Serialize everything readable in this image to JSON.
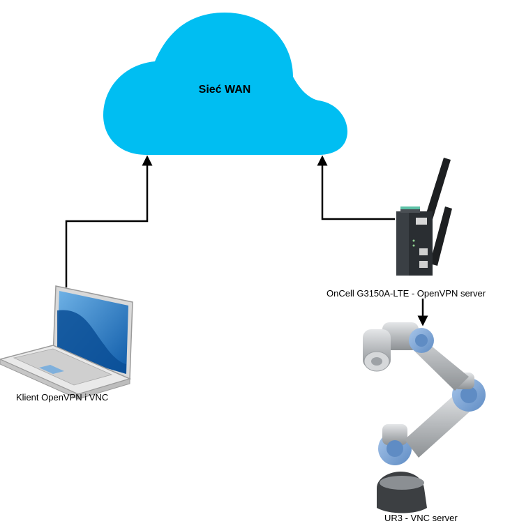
{
  "diagram": {
    "cloud_label": "Sieć WAN",
    "client_label": "Klient OpenVPN i VNC",
    "router_label": "OnCell G3150A-LTE - OpenVPN server",
    "robot_label": "UR3 - VNC server"
  },
  "colors": {
    "cloud": "#00BEF2",
    "line": "#000000",
    "laptop_body": "#e8e8e8",
    "laptop_screen": "#1f6fb8",
    "router_body": "#3a3f44",
    "router_top": "#5cc1a6",
    "robot_metal": "#b8bbbe",
    "robot_joint": "#7ea6d6"
  },
  "icons": {
    "laptop": "laptop-icon",
    "router": "lte-router-icon",
    "robot": "robot-arm-icon"
  }
}
